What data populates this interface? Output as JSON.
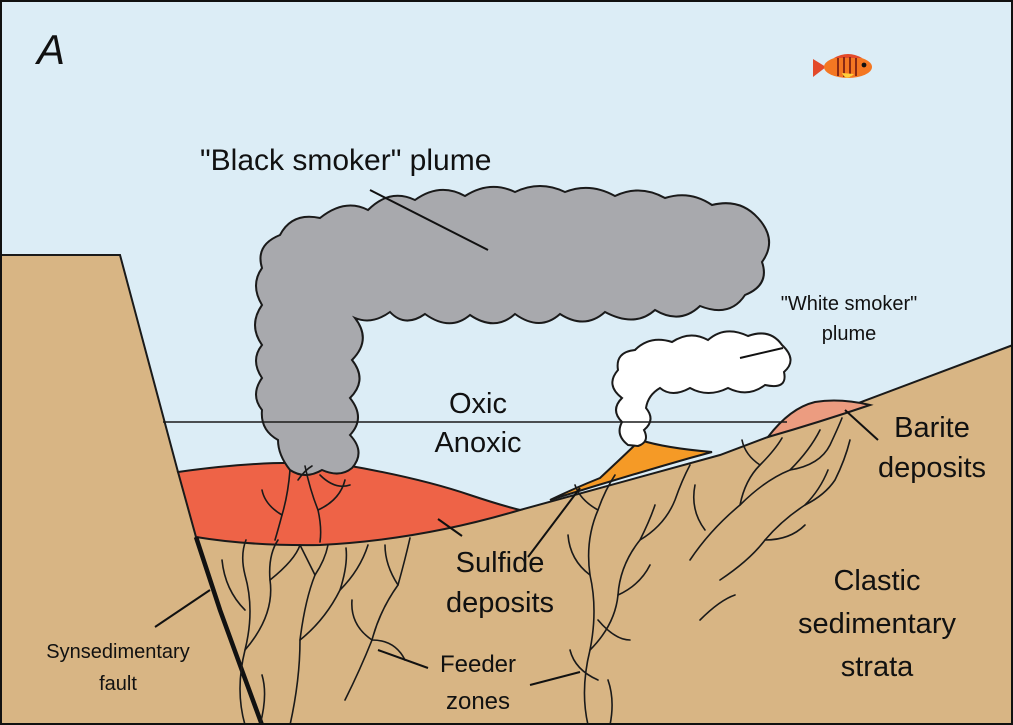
{
  "panel_letter": "A",
  "labels": {
    "black_smoker_plume": "\"Black smoker\" plume",
    "white_smoker_line1": "\"White smoker\"",
    "white_smoker_line2": "plume",
    "oxic": "Oxic",
    "anoxic": "Anoxic",
    "barite_line1": "Barite",
    "barite_line2": "deposits",
    "sulfide_line1": "Sulfide",
    "sulfide_line2": "deposits",
    "clastic_line1": "Clastic",
    "clastic_line2": "sedimentary",
    "clastic_line3": "strata",
    "fault_line1": "Synsedimentary",
    "fault_line2": "fault",
    "feeder_line1": "Feeder",
    "feeder_line2": "zones"
  },
  "colors": {
    "seawater": "#dcedf6",
    "sediment": "#d8b584",
    "sulfide_mound": "#ee6347",
    "orange_mound": "#f59a26",
    "barite": "#ec9c80",
    "black_plume": "#a8a9ad",
    "white_plume": "#ffffff"
  }
}
